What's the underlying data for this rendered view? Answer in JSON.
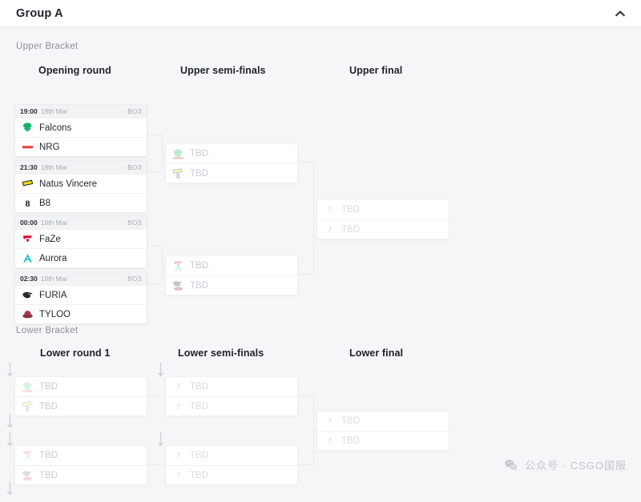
{
  "header": {
    "title": "Group A",
    "collapse_icon": "chevron-up-icon"
  },
  "upper": {
    "bracket_label": "Upper Bracket",
    "rounds": [
      {
        "label": "Opening round"
      },
      {
        "label": "Upper semi-finals"
      },
      {
        "label": "Upper final"
      }
    ],
    "opening_round": [
      {
        "time": "19:00",
        "date": "18th Mar",
        "format": "BO3",
        "teams": [
          {
            "name": "Falcons",
            "logo": "falcons-logo"
          },
          {
            "name": "NRG",
            "logo": "nrg-logo"
          }
        ]
      },
      {
        "time": "21:30",
        "date": "18th Mar",
        "format": "BO3",
        "teams": [
          {
            "name": "Natus Vincere",
            "logo": "navi-logo"
          },
          {
            "name": "B8",
            "logo": "b8-logo"
          }
        ]
      },
      {
        "time": "00:00",
        "date": "19th Mar",
        "format": "BO3",
        "teams": [
          {
            "name": "FaZe",
            "logo": "faze-logo"
          },
          {
            "name": "Aurora",
            "logo": "aurora-logo"
          }
        ]
      },
      {
        "time": "02:30",
        "date": "19th Mar",
        "format": "BO3",
        "teams": [
          {
            "name": "FURIA",
            "logo": "furia-logo"
          },
          {
            "name": "TYLOO",
            "logo": "tyloo-logo"
          }
        ]
      }
    ],
    "semi_finals": [
      {
        "teams": [
          {
            "name": "TBD",
            "logo": "falcons-nrg-placeholder"
          },
          {
            "name": "TBD",
            "logo": "navi-b8-placeholder"
          }
        ]
      },
      {
        "teams": [
          {
            "name": "TBD",
            "logo": "faze-aurora-placeholder"
          },
          {
            "name": "TBD",
            "logo": "furia-tyloo-placeholder"
          }
        ]
      }
    ],
    "final": [
      {
        "teams": [
          {
            "name": "TBD",
            "logo": "question-icon"
          },
          {
            "name": "TBD",
            "logo": "question-icon"
          }
        ]
      }
    ]
  },
  "lower": {
    "bracket_label": "Lower Bracket",
    "rounds": [
      {
        "label": "Lower round 1"
      },
      {
        "label": "Lower semi-finals"
      },
      {
        "label": "Lower final"
      }
    ],
    "round1": [
      {
        "teams": [
          {
            "name": "TBD",
            "logo": "falcons-nrg-placeholder"
          },
          {
            "name": "TBD",
            "logo": "navi-b8-placeholder"
          }
        ]
      },
      {
        "teams": [
          {
            "name": "TBD",
            "logo": "faze-aurora-placeholder"
          },
          {
            "name": "TBD",
            "logo": "furia-tyloo-placeholder"
          }
        ]
      }
    ],
    "semi_finals": [
      {
        "teams": [
          {
            "name": "TBD",
            "logo": "question-icon"
          },
          {
            "name": "TBD",
            "logo": "question-icon"
          }
        ]
      }
    ],
    "final": [
      {
        "teams": [
          {
            "name": "TBD",
            "logo": "question-icon"
          },
          {
            "name": "TBD",
            "logo": "question-icon"
          }
        ]
      }
    ]
  },
  "watermark": {
    "icon": "wechat-icon",
    "text": "公众号 · CSGO国服"
  },
  "colors": {
    "page_bg": "#f5f6f7",
    "card_bg": "#ffffff",
    "card_head_bg": "#f2f3f4",
    "text": "#1d2129",
    "muted": "#8b9099",
    "tbd": "#c9cdd3",
    "line": "#e9eaec",
    "falcons": "#18b26b",
    "nrg": "#e02828",
    "navi": "#f5e400",
    "b8": "#1a1a1a",
    "faze": "#e4012f",
    "aurora": "#2ec9be",
    "furia": "#2b2b2b",
    "tyloo": "#8e2b3a"
  }
}
